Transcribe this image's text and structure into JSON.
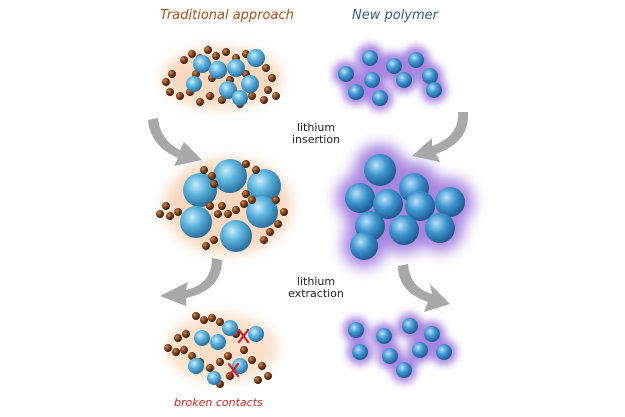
{
  "headings": {
    "traditional": "Traditional approach",
    "new_polymer": "New polymer"
  },
  "steps": {
    "insertion_line1": "lithium",
    "insertion_line2": "insertion",
    "extraction_line1": "lithium",
    "extraction_line2": "extraction"
  },
  "caption": "broken contacts",
  "colors": {
    "particle": "#4aa6d6",
    "binder": "#7a3e1a",
    "traditional_glow": "#f0a060",
    "polymer_glow": "#8a5cd6",
    "arrow": "#a8a8a8",
    "break_mark": "#d0202a"
  }
}
